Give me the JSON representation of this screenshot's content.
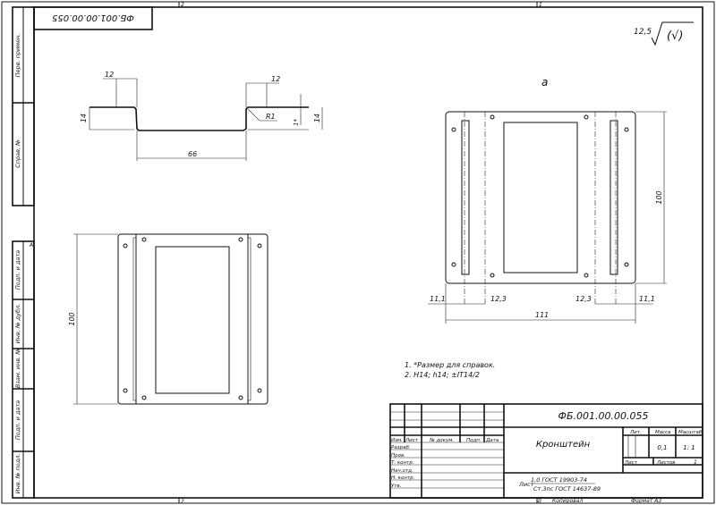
{
  "drawing": {
    "designation": "ФБ.001.00.00.055",
    "designation_rotated": "ФБ.001.00.00.055",
    "title": "Кронштейн",
    "material_line1": "1,0 ГОСТ 19903-74",
    "material_prefix": "Лист",
    "material_line2": "Ст.3пс ГОСТ 14637-89",
    "roughness": "12,5",
    "roughness_symbol": "(√)",
    "view_label": "a",
    "zone_markers": {
      "top_left": "2",
      "top_right": "1",
      "bottom_left": "2",
      "bottom_right": "1",
      "side": "A"
    }
  },
  "side_column": [
    "Перв. примен.",
    "Справ. №",
    "Подп. и дата",
    "Инв. № дубл.",
    "Взам. инв. №",
    "Подп. и дата",
    "Инв. № подл."
  ],
  "title_block": {
    "headers": [
      "Изм.",
      "Лист",
      "№ докум.",
      "Подп.",
      "Дата"
    ],
    "rows": [
      "Разраб.",
      "Пров.",
      "Т. контр.",
      "Нач.отд.",
      "Н. контр.",
      "Утв."
    ],
    "lit_label": "Лит.",
    "mass_label": "Масса",
    "scale_label": "Масштаб",
    "mass": "0,1",
    "scale": "1: 1",
    "sheet_label": "Лист",
    "sheets_label": "Листов",
    "sheets": "1",
    "copied_num": "1",
    "copied_label": "Копировал",
    "format_label": "Формат А3"
  },
  "notes": [
    "1.   *Размер для справок.",
    "2.   H14; h14; ±IT14/2"
  ],
  "dimensions": {
    "profile": {
      "flange_left": "12",
      "flange_right": "12",
      "height_left": "14",
      "height_right": "14",
      "thickness": "1*",
      "radius": "R1",
      "inner_width": "66"
    },
    "left_view": {
      "height": "100"
    },
    "right_view": {
      "height": "100",
      "width": "111",
      "edge_left": "11,1",
      "edge_right": "11,1",
      "bend_left": "12,3",
      "bend_right": "12,3"
    }
  }
}
